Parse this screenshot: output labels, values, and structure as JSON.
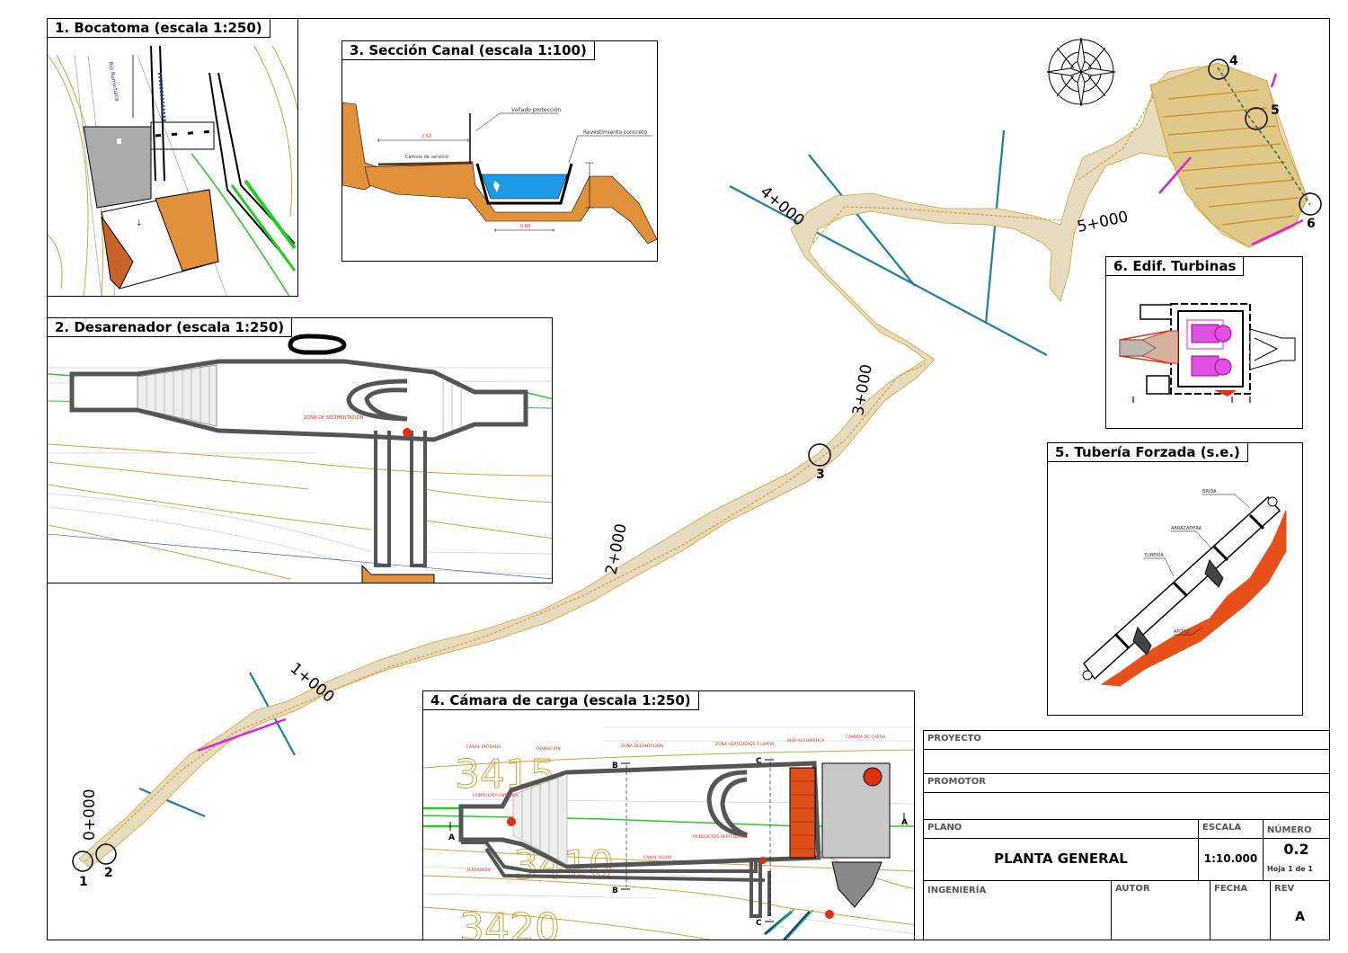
{
  "panels": {
    "bocatoma": {
      "title": "1. Bocatoma (escala 1:250)",
      "river_label": "Río Rumichaca"
    },
    "desarenador": {
      "title": "2. Desarenador (escala 1:250)",
      "note": "ZONA DE SEDIMENTACIÓN"
    },
    "seccion_canal": {
      "title": "3. Sección Canal (escala 1:100)",
      "labels": {
        "vallado": "Vallado protección",
        "revestimiento": "Revestimiento concreto",
        "camino": "Camino de servicio",
        "dim_top": "2.50",
        "dim_bottom": "0.80"
      }
    },
    "camara_carga": {
      "title": "4. Cámara de carga (escala 1:250)",
      "contour_labels": [
        "3415",
        "3410",
        "3420"
      ],
      "section_marks": [
        "B",
        "C",
        "A",
        "A",
        "B",
        "C"
      ],
      "labels": {
        "canal_entrada": "CANAL ENTRADA",
        "transicion": "TRANSICIÓN",
        "zona_decantacion": "ZONA DECANTACIÓN",
        "zona_vertederos": "ZONA VERTEDEROS Y LIMPIA",
        "rejas": "REJA AUTOMÁTICA",
        "camara": "CÁMARA DE CARGA",
        "compuerta": "COMPUERTA ENTRADA",
        "aliviadero": "ALIVIADERO",
        "canal_alivio": "CANAL ALIVIO",
        "vertederos": "CONDUCTOS VERTEDEROS"
      }
    },
    "tuberia_forzada": {
      "title": "5. Tubería Forzada (s.e.)",
      "labels": {
        "brida": "BRIDA",
        "abrazadera": "ABRAZADERA",
        "tuberia": "TUBERÍA",
        "apoyo": "APOYO"
      }
    },
    "edif_turbinas": {
      "title": "6. Edif. Turbinas"
    }
  },
  "map": {
    "chainages": [
      "0+000",
      "1+000",
      "2+000",
      "3+000",
      "4+000",
      "5+000"
    ],
    "points": [
      "1",
      "2",
      "3",
      "4",
      "5",
      "6"
    ]
  },
  "title_block": {
    "proyecto_label": "PROYECTO",
    "promotor_label": "PROMOTOR",
    "plano_label": "PLANO",
    "plano_value": "PLANTA GENERAL",
    "escala_label": "ESCALA",
    "escala_value": "1:10.000",
    "numero_label": "NÚMERO",
    "numero_value": "0.2",
    "hoja_value": "Hoja 1 de 1",
    "ingenieria_label": "INGENIERÍA",
    "autor_label": "AUTOR",
    "fecha_label": "FECHA",
    "rev_label": "REV",
    "rev_value": "A"
  },
  "colors": {
    "canal_fill": "#e8dcc0",
    "contour": "#d4a030",
    "blue_line": "#1a7fa0",
    "green": "#22cc22",
    "magenta": "#dd22dd",
    "rock": "#c8642a",
    "water": "#1e9be8",
    "red": "#e03010"
  }
}
